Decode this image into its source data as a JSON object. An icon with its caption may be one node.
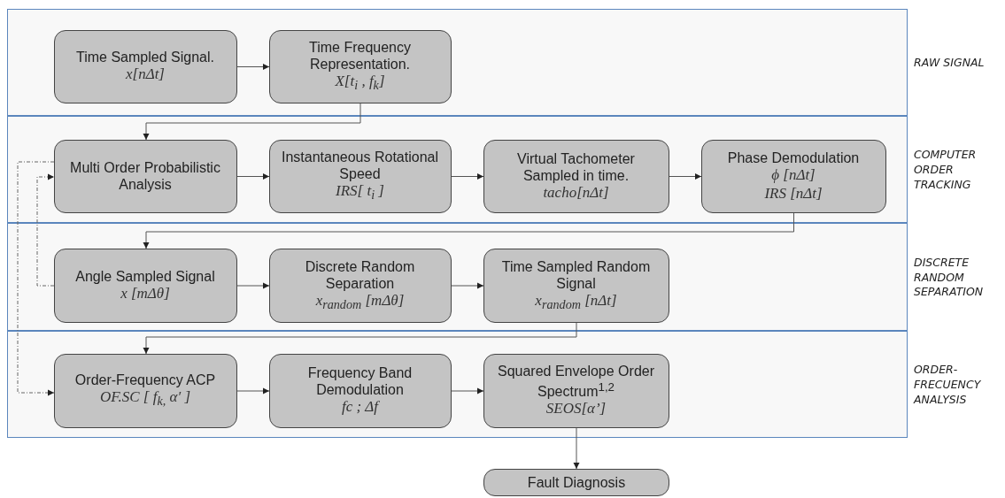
{
  "diagram": {
    "nodes": [
      {
        "text": [
          "RAW SIGNAL"
        ]
      },
      {
        "text": [
          "Time Sampled Signal.",
          "x[nΔt]"
        ],
        "in": 0
      },
      {
        "text": [
          "Time Frequency Representation.",
          "X[t$_{i}$  , f$_{k}$]"
        ],
        "in": 0
      },
      {
        "text": [
          "COMPUTER ORDER TRACKING"
        ]
      },
      {
        "text": [
          "Multi Order Probabilistic Analysis"
        ],
        "in": 3
      },
      {
        "text": [
          "Instantaneous Rotational Speed",
          "IRS[ t$_{i}$ ]"
        ],
        "in": 3
      },
      {
        "text": [
          "Virtual Tachometer Sampled in time.",
          "tacho[nΔt]"
        ],
        "in": 3
      },
      {
        "text": [
          "Phase Demodulation",
          "ϕ [nΔt]",
          "IRS [nΔt]"
        ],
        "in": 3
      },
      {
        "text": [
          "DISCRETE RANDOM SEPARATION"
        ]
      },
      {
        "text": [
          "Angle Sampled Signal",
          "x [mΔθ]"
        ],
        "in": 8
      },
      {
        "text": [
          "Discrete Random Separation",
          "x$_{random}$ [mΔθ]"
        ],
        "in": 8
      },
      {
        "text": [
          "Time Sampled Random Signal",
          "x$_{random}$ [nΔt]"
        ],
        "in": 8
      },
      {
        "text": [
          "ORDER-FRECUENCY ANALYSIS"
        ]
      },
      {
        "text": [
          "Order-Frequency ACP",
          "OF.SC [ f$_{k,}$ α′ ]"
        ],
        "in": 12
      },
      {
        "text": [
          "Frequency Band Demodulation",
          "fc ; Δf"
        ],
        "in": 12
      },
      {
        "text": [
          "Squared Envelope Order Spectrum$^{1,2}$",
          "SEOS[α’]"
        ],
        "in": 12
      },
      {
        "text": [
          "Fault Diagnosis"
        ]
      }
    ],
    "edges": [
      {
        "from": 1,
        "to": 2,
        "arrow": "to"
      },
      {
        "from": 2,
        "to": 4,
        "arrow": "to"
      },
      {
        "from": 4,
        "to": 5,
        "arrow": "to"
      },
      {
        "from": 5,
        "to": 6,
        "arrow": "to"
      },
      {
        "from": 6,
        "to": 7,
        "arrow": "to"
      },
      {
        "from": 7,
        "to": 9,
        "arrow": "to"
      },
      {
        "from": 9,
        "to": 10,
        "arrow": "to"
      },
      {
        "from": 10,
        "to": 11,
        "arrow": "to"
      },
      {
        "from": 11,
        "to": 13,
        "arrow": "to"
      },
      {
        "from": 13,
        "to": 14,
        "arrow": "to"
      },
      {
        "from": 14,
        "to": 15,
        "arrow": "to"
      },
      {
        "from": 15,
        "to": 16,
        "arrow": "to"
      },
      {
        "from": 4,
        "to": 13,
        "arrow": "to",
        "style": "dashed"
      },
      {
        "from": 9,
        "to": 4,
        "arrow": "to",
        "style": "dashed"
      }
    ]
  }
}
